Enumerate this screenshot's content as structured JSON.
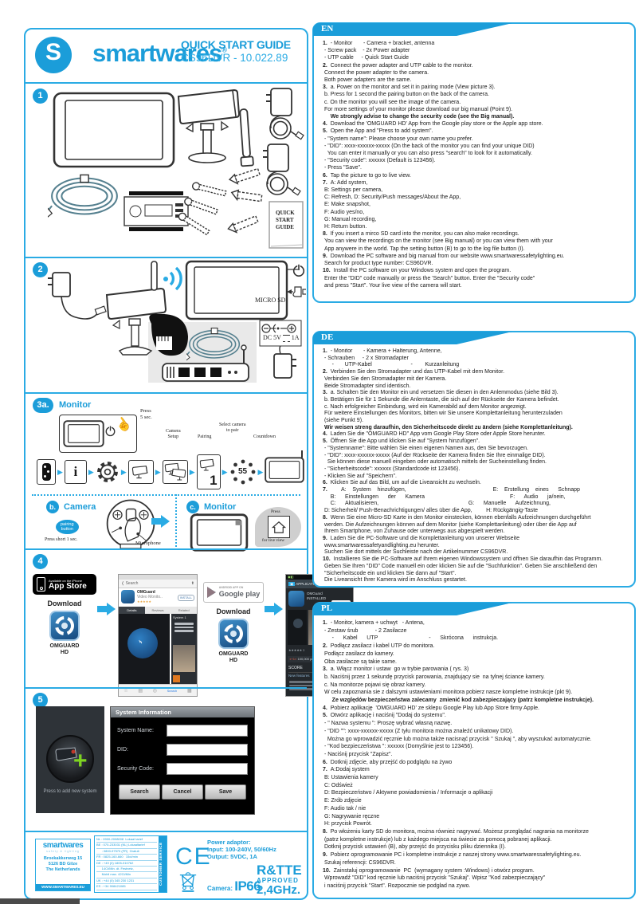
{
  "header": {
    "brand": "smartwares",
    "reg": "®",
    "logo_letter": "S",
    "title": "QUICK START GUIDE",
    "model": "CS96DVR  - 10.022.89"
  },
  "panels": {
    "p1": {
      "num": "1",
      "booklet": "QUICK\nSTART\nGUIDE"
    },
    "p2": {
      "num": "2",
      "micro_sd": "MICRO SD",
      "dc_volt": "DC 5V",
      "dc_amp": "1A",
      "minus": "⊖",
      "plus": "⊕"
    },
    "p3a": {
      "num": "3a.",
      "label": "Monitor",
      "press": "Press\n5 sec.",
      "info": "i",
      "camera_setup": "Camera\nSetup",
      "pairing": "Pairing",
      "select": "Select camera\nto pair",
      "select_num": "1",
      "countdown": "Countdown",
      "countdown_num": "55"
    },
    "p3b": {
      "num": "b.",
      "label": "Camera",
      "pairing_button": "pairing\nbutton",
      "press_short": "Press short 1 sec.",
      "microphone": "Microphone"
    },
    "p3c": {
      "num": "c.",
      "label": "Monitor",
      "press": "Press",
      "live": "for live view"
    },
    "p4": {
      "num": "4",
      "appstore_small": "Available on the iPhone",
      "appstore_big": "App Store",
      "download1": "Download",
      "app_name1": "OMGUARD\nHD",
      "gplay_small": "ANDROID APP ON",
      "gplay_big": "Google play",
      "download2": "Download",
      "app_name2": "OMGUARD\nHD"
    },
    "p5": {
      "num": "5",
      "add_new": "Press to add new system"
    }
  },
  "shots": {
    "iphone": {
      "back": "❬ Search",
      "app": "OMGuard",
      "sub": "Video Monito..",
      "stars": "★★★★★",
      "install": "INSTALL",
      "tabs": [
        "Details",
        "Reviews",
        "Related"
      ],
      "side": "System 1",
      "bottom": "Search"
    },
    "android": {
      "header": "APPLICATION",
      "install": "INSTALL",
      "plus_row": "100,000 people have +1",
      "score": "SCORE",
      "stars": "☆☆☆☆☆",
      "features": "New features"
    }
  },
  "dialog": {
    "title": "System Information",
    "fields": [
      "System Name:",
      "DID:",
      "Security Code:"
    ],
    "buttons": [
      "Search",
      "Cancel",
      "Save"
    ]
  },
  "sections": [
    {
      "code": "EN",
      "lines": [
        {
          "n": "1.",
          "t": "- Monitor       - Camera + bracket, antenna"
        },
        " - Screw pack    - 2x Power adapter",
        " - UTP cable     - Quick Start Guide",
        {
          "n": "2.",
          "t": "Connect the power adapter and UTP cable to the monitor."
        },
        " Connect the power adapter to the camera.",
        " Both power adapters are the same.",
        {
          "n": "3.",
          "t": "a. Power on the monitor and set it in pairing mode (View picture 3)."
        },
        " b. Press for 1 second the pairing button on the back of the camera.",
        " c. On the monitor you will see the image of the camera.",
        " For more settings of your monitor please download our big manual (Point 9).",
        {
          "t": "     We strongly advise to change the security code (see the Big manual).",
          "b": true
        },
        {
          "n": "4.",
          "t": "Download the 'OMGUARD HD' App from the Google play store or the Apple app store."
        },
        {
          "n": "5.",
          "t": "Open the App and \"Press to add system\"."
        },
        " - \"System name\": Please choose your own name you prefer.",
        " - \"DID\": xxxx-xxxxxx-xxxxx (On the back of the monitor you can find your unique DID)",
        "   You can enter it manually or you can also press \"search\" to look for it automatically.",
        " - \"Security code\": xxxxxx (Default is 123456).",
        " - Press \"Save\".",
        {
          "n": "6.",
          "t": "Tap the picture to go to live view."
        },
        {
          "n": "7.",
          "t": "A: Add system,"
        },
        " B: Settings per camera,",
        " C: Refresh, D: Security/Push messages/About the App,",
        " E: Make snapshot,",
        " F: Audio yes/no,",
        " G: Manual recording,",
        " H: Return button.",
        {
          "n": "8.",
          "t": "If you insert a mirco SD card into the monitor, you can also make recordings."
        },
        " You can view the recordings on the monitor (see Big manual) or you can view them with your",
        " App anywere in the world. Tap the setting button (B) to go to the log file button (I).",
        {
          "n": "9.",
          "t": "Download the PC software and big manual from our website www.smartwaressafetylighting.eu."
        },
        " Search for product type number: CS96DVR.",
        {
          "n": "10.",
          "t": "Install the PC software on your Windows system and open the program."
        },
        " Enter the \"DID\" code manually or press the 'Search\" button. Enter the \"Security code\"",
        " and press \"Start\". Your live view of the camera will start."
      ]
    },
    {
      "code": "DE",
      "lines": [
        {
          "n": "1.",
          "t": "- Monitor       - Kamera + Halterung, Antenne,"
        },
        " - Schrauben     - 2 x Stromadapter",
        "      -       UTP-Kabel                         -        Kurzanleitung",
        {
          "n": "2.",
          "t": "Verbinden Sie den Stromadapter und das UTP-Kabel mit dem Monitor."
        },
        " Verbinden Sie den Stromadapter mit der Kamera.",
        " Beide Stromadapter sind identisch.",
        {
          "n": "3.",
          "t": "a. Schalten Sie den Monitor ein und versetzen Sie diesen in den Anlemmodus (siehe Bild 3)."
        },
        " b. Betätigen Sie für 1 Sekunde die Anlerntaste, die sich auf der Rückseite der Kamera befindet.",
        " c. Nach erfolgreicher Einbindung, wird ein Kamerabild auf dem Monitor angezeigt.",
        " Für weitere Einstellungen des Monitors, bitten wir Sie unsere Komplettanleitung herunterzuladen",
        " (siehe Punkt 9).",
        {
          "t": " Wir weisen streng daraufhin, den Sicherheitscode direkt zu ändern (siehe Komplettanleitung).",
          "b": true
        },
        {
          "n": "4.",
          "t": "Laden Sie die \"OMGUARD HD\" App vom Google Play Store oder Apple Store herunter."
        },
        {
          "n": "5.",
          "t": "Öffnen Sie die App und klicken Sie auf \"System hinzufügen\"."
        },
        " - \"Systemname\": Bitte wählen Sie einen eigenen Namen aus, den Sie bevorzugen.",
        " - \"DID\": xxxx-xxxxxx-xxxxx (Auf der Rückseite der Kamera finden Sie Ihre einmalige DID).",
        "   Sie können diese manuell eingeben oder automatisch mittels der Sucheinstellung finden.",
        " - \"Sicherheitscode\": xxxxxx (Standardcode ist 123456).",
        " - Klicken Sie auf \"Speichern\".",
        {
          "n": "6.",
          "t": "Klicken Sie auf das Bild, um auf die Liveansicht zu wechseln."
        },
        {
          "n": "7.",
          "t": "       A:    System    hinzufügen,                                                        E:    Erstellung    eines      Schnapp"
        },
        "     B:      Einstellungen      der      Kamera                                                       F:      Audio      ja/nein,",
        "     C:      Aktualisieren,                                                          G:      Manuelle      Aufzeichnung,",
        " D: Sicherheit/ Push-Benachrichtigungen/ alles über die App,         H: Rückgängig-Taste",
        {
          "n": "8.",
          "t": "Wenn Sie eine Micro-SD Karte in den Monitor einstecken, können ebenfalls Aufzeichnungen durchgeführt"
        },
        " werden. Die Aufzeichnungen können auf dem Monitor (siehe Komplettanleitung) oder über die App auf",
        " Ihrem Smartphone, von Zuhause oder unterwegs aus abgespielt werden.",
        {
          "n": "9.",
          "t": "Laden Sie die PC-Software und die Komplettanleitung von unserer Webseite"
        },
        " www.smartwaressafetyandlighting.eu herunter.",
        " Suchen Sie dort mittels der Suchleiste nach der Artikelnummer CS96DVR.",
        {
          "n": "10.",
          "t": "Installieren Sie die PC-Software auf Ihrem eigenen Windowssystem und öffnen Sie daraufhin das Programm."
        },
        " Geben Sie Ihren \"DID\" Code manuell ein oder klicken Sie auf die \"Suchfunktion\". Geben Sie anschließend den",
        " \"Sicherheitscode ein und klicken Sie dann auf \"Start\".",
        " Die Liveansicht Ihrer Kamera wird im Anschluss gestartet."
      ]
    },
    {
      "code": "PL",
      "lines": [
        {
          "n": "1.",
          "t": "- Monitor, kamera + uchwyt   - Antena,"
        },
        " - Zestaw śrub           - 2 Zasilacze",
        "      -      Kabel      UTP                                 -      Skrócona      instrukcja.",
        {
          "n": "2.",
          "t": "Podłącz zasilacz i kabel UTP do monitora."
        },
        " Podłącz zasilacz do kamery.",
        " Oba zasilacze są takie same.",
        {
          "n": "3.",
          "t": "a. Włącz monitor i ustaw  go w trybie parowania ( rys. 3)"
        },
        " b. Naciśnij przez 1 sekundę przycisk parowania, znajdujący sie  na tylnej ściance kamery.",
        " c. Na monitorze pojawi się obraz kamery.",
        " W celu zapoznania sie z dalszymi ustawieniami monitora pobierz nasze kompletne instrukcje (pkt 9).",
        {
          "t": "      Ze względów bezpieczeństwa zalecamy  zmienić kod zabezpieczający (patrz kompletne instrukcje).",
          "b": true
        },
        {
          "n": "4.",
          "t": "Pobierz aplikację  'OMGUARD HD' ze sklepu Google Play lub App Store firmy Apple."
        },
        {
          "n": "5.",
          "t": "Otwórz aplikację i naciśnij \"Dodaj do systemu\"."
        },
        " - \" Nazwa systemu \": Proszę wybrać własną nazwę.",
        " - \"DID \"\": xxxx-xxxxxx-xxxxx (Z tyłu monitora można znaleźć unikatowy DID).",
        "   Można go wprowadzić ręcznie lub można także nacisnąć przycisk \" Szukaj \", aby wyszukać automatycznie.",
        " - \"Kod bezpieczeństwa \": xxxxxx (Domyślnie jest to 123456).",
        " - Naciśnij przycisk \"Zapisz\".",
        {
          "n": "6.",
          "t": "Dotknij zdjęcie, aby przejść do podglądu na żywo"
        },
        {
          "n": "7.",
          "t": "A:Dodaj system"
        },
        " B: Ustawienia kamery",
        " C: Odśwież",
        " D: Bezpieczeństwo / Aktywne powiadomienia / Informacje o aplikacji",
        " E: Zrób zdjęcie",
        " F: Audio tak / nie",
        " G: Nagrywanie ręczne",
        " H: przycisk Powrót.",
        {
          "n": "8.",
          "t": "Po włożeniu karty SD do monitora, można również nagrywać. Możesz przeglądać nagrania na monitorze"
        },
        " (patrz kompletne instrukcje) lub z każdego miejsca na świecie za pomocą pobranej aplikacji.",
        " Dotknij przycisk ustawień (B), aby przejść do przycisku pliku dziennika (I).",
        {
          "n": "9.",
          "t": "Pobierz oprogramowanie PC i kompletne instrukcje z naszej strony www.smartwaressafetylighting.eu."
        },
        " Szukaj referencji: CS96DVR.",
        {
          "n": "10.",
          "t": "Zainstaluj oprogramowanie  PC  (wymagany system :Windows) i otwórz program."
        },
        " Wprowadź \"DID\" kod ręcznie lub naciśnij przycisk \"Szukaj\". Wpisz \"Kod zabezpieczający\"",
        " i naciśnij przycisk \"Start\". Rozpocznie sie podglad na zywo."
      ]
    }
  ],
  "footer": {
    "brand": "smartwares",
    "tagline": "safety & lighting",
    "address": [
      "Broekakkerweg 15",
      "5126 BD  Gilze",
      "The Netherlands"
    ],
    "website": "WWW.SMARTWARES.EU",
    "service_vertical": "CUSTOMER SERVICE",
    "service_rows": [
      "NL : 0900-2008008  Lokaal tarief",
      "BE : 070-233031 (NL) Lokaaltarief",
      "      : 0800-97570 (FR)  Gratuit",
      "FR : 0825-160-660   15ct/min",
      "DE : +49 (0) 1805-010762",
      "      14Ct/Min. dt. Festnetz,",
      "      Mobil max. 42Ct/Min",
      "UK : +44 (0) 345 230 1231",
      "ES : +34 908421085"
    ],
    "ce": "CE",
    "power_title": "Power adaptor:",
    "power_input": "Input: 100-240V, 50/60Hz",
    "power_output": "Output: 5VDC, 1A",
    "rtte1": "R&TTE",
    "rtte2": "APPROVED",
    "rtte3": "2,4GHz.",
    "camera_label": "Camera: ",
    "camera_rating": "IP66"
  }
}
